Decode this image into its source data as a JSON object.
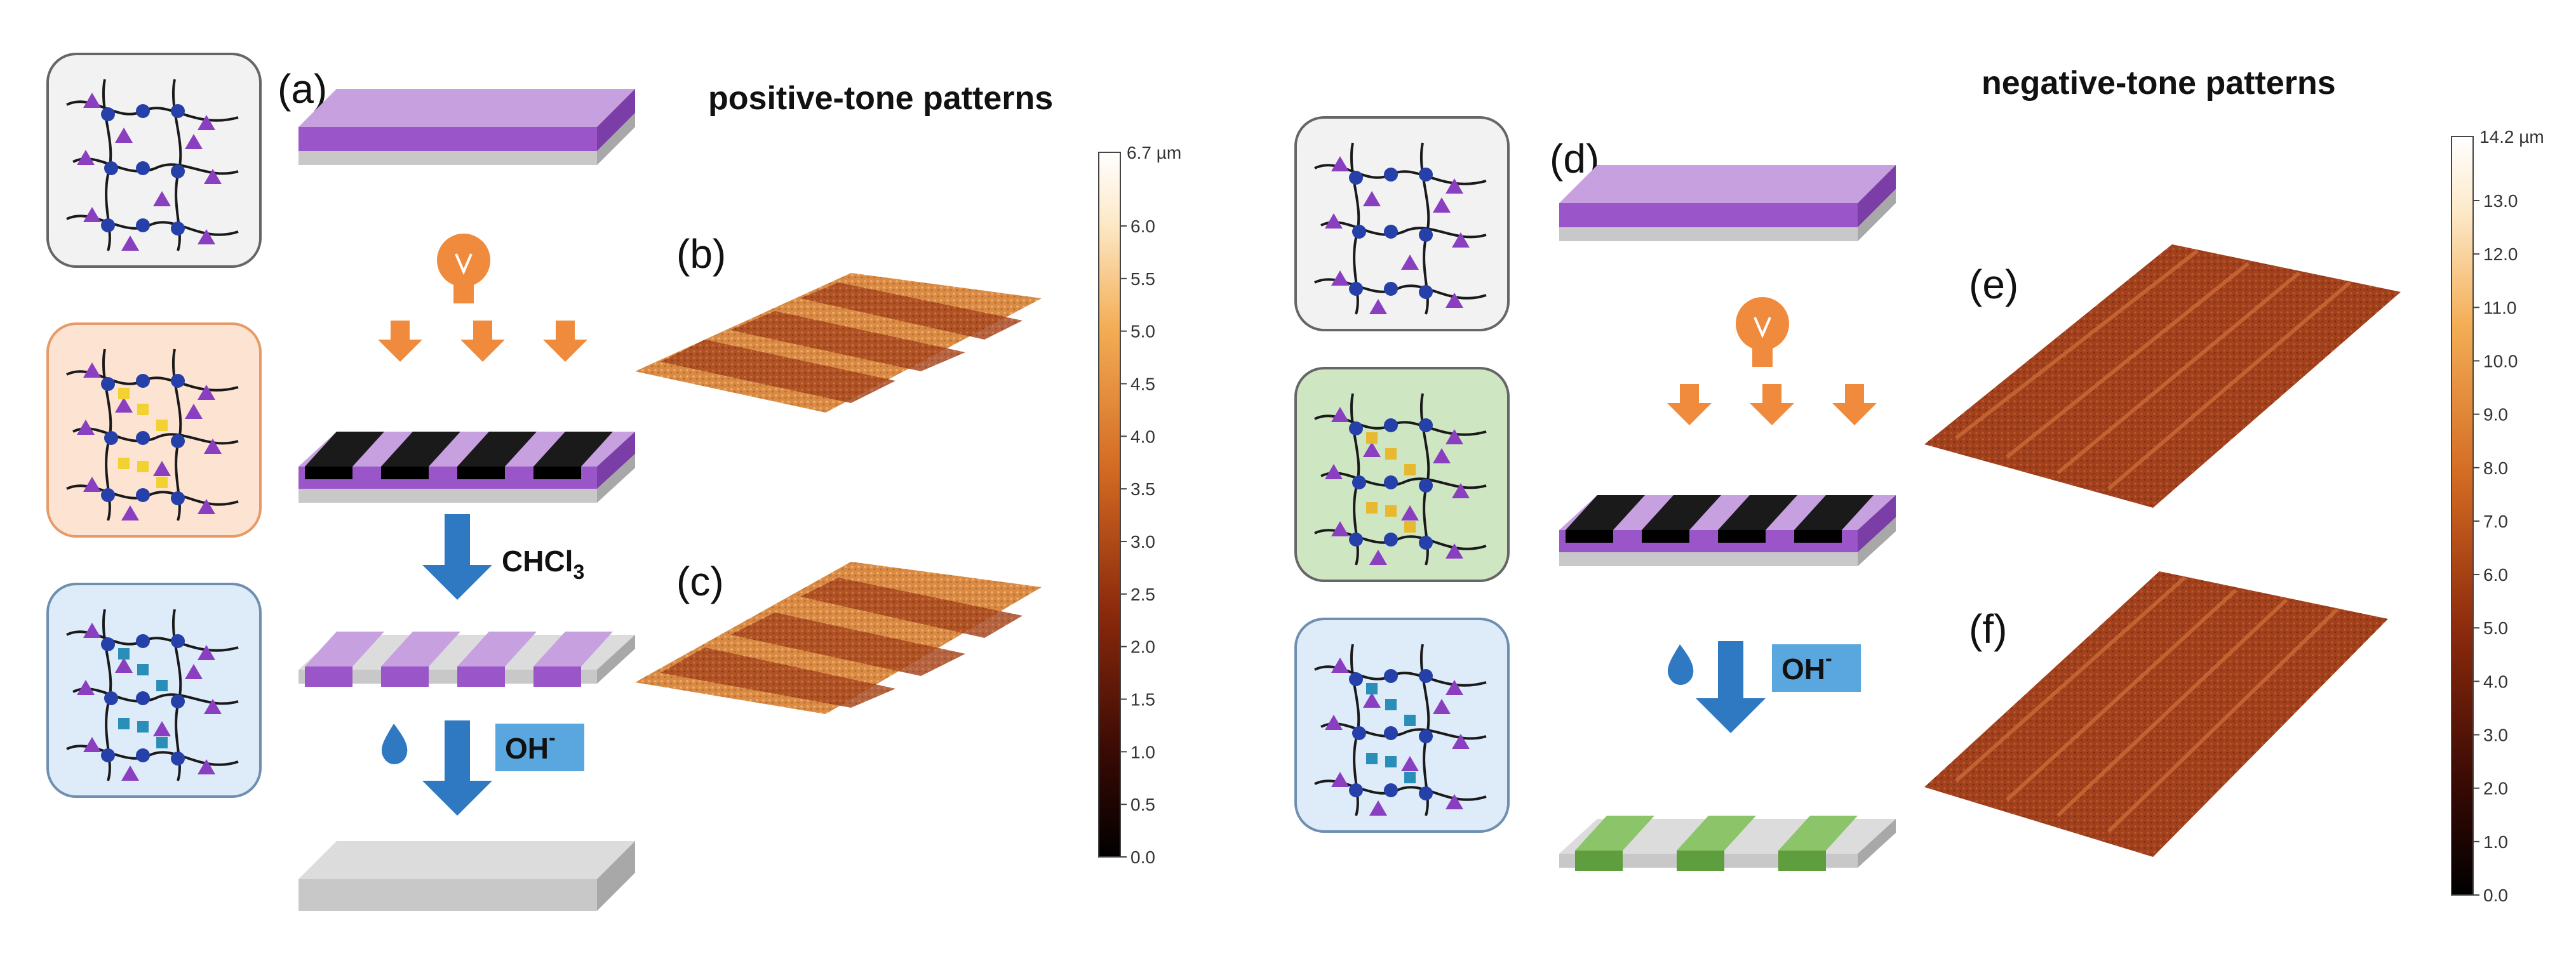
{
  "titles": {
    "positive": "positive-tone patterns",
    "negative": "negative-tone patterns"
  },
  "panel_labels": {
    "a": "(a)",
    "b": "(b)",
    "c": "(c)",
    "d": "(d)",
    "e": "(e)",
    "f": "(f)"
  },
  "reagents": {
    "solvent_main": "CHCl",
    "solvent_sub": "3",
    "base_main": "OH",
    "base_sup": "-"
  },
  "colorbar_left": {
    "max_label": "6.7 µm",
    "ticks": [
      "6.0",
      "5.5",
      "5.0",
      "4.5",
      "4.0",
      "3.5",
      "3.0",
      "2.5",
      "2.0",
      "1.5",
      "1.0",
      "0.5",
      "0.0"
    ],
    "tick_values": [
      6.0,
      5.5,
      5.0,
      4.5,
      4.0,
      3.5,
      3.0,
      2.5,
      2.0,
      1.5,
      1.0,
      0.5,
      0.0
    ],
    "max": 6.7
  },
  "colorbar_right": {
    "max_label": "14.2 µm",
    "ticks": [
      "13.0",
      "12.0",
      "11.0",
      "10.0",
      "9.0",
      "8.0",
      "7.0",
      "6.0",
      "5.0",
      "4.0",
      "3.0",
      "2.0",
      "1.0",
      "0.0"
    ],
    "tick_values": [
      13,
      12,
      11,
      10,
      9,
      8,
      7,
      6,
      5,
      4,
      3,
      2,
      1,
      0
    ],
    "max": 14.2
  },
  "colors": {
    "film_purple": "#9a55c8",
    "substrate_gray": "#c8c8c8",
    "mask_black": "#1a1a1a",
    "arrow_orange": "#f08a3c",
    "arrow_blue": "#2f79c2",
    "label_blue": "#5aa7e0",
    "bulb_orange": "#f08a3c",
    "pattern_green": "#5f9e3f",
    "box_gray": "#f2f2f2",
    "box_orange": "#fde3d2",
    "box_blue": "#deebf8",
    "box_green": "#cfe6c3"
  }
}
